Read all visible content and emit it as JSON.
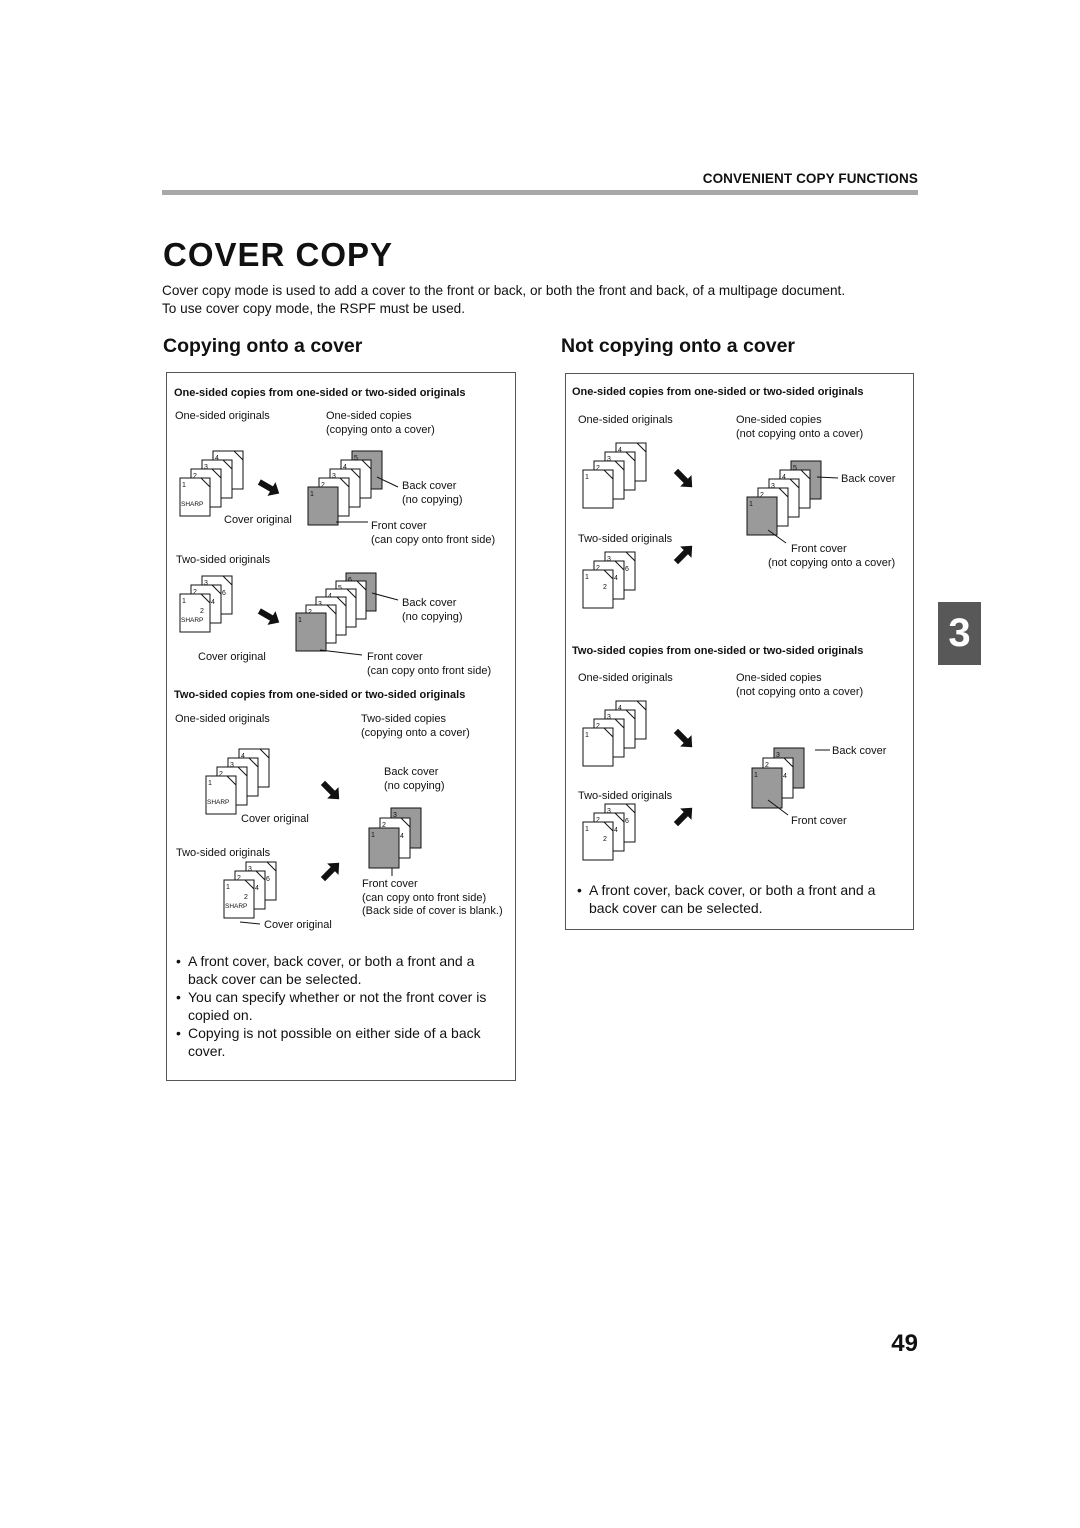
{
  "header": {
    "section": "CONVENIENT COPY FUNCTIONS"
  },
  "title": "COVER COPY",
  "intro": [
    "Cover copy mode is used to add a cover to the front or back, or both the front and back, of a multipage document.",
    "To use cover copy mode, the RSPF must be used."
  ],
  "left": {
    "heading": "Copying onto a cover",
    "sub1": "One-sided copies from one-sided or two-sided originals",
    "sub2": "Two-sided copies from one-sided or two-sided originals",
    "labels": {
      "one_sided_originals": "One-sided originals",
      "one_sided_copies": "One-sided copies",
      "copying_onto_cover": "(copying onto a cover)",
      "two_sided_originals": "Two-sided originals",
      "two_sided_copies": "Two-sided copies",
      "back_cover": "Back cover",
      "no_copying": "(no copying)",
      "front_cover": "Front cover",
      "can_copy_front": "(can copy onto front side)",
      "back_blank": "(Back side of cover is blank.)",
      "cover_original": "Cover original",
      "sharp": "SHARP"
    },
    "bullets": [
      "A front cover, back cover, or both a front and a back cover can be selected.",
      "You can specify whether or not the front cover is copied on.",
      "Copying is not possible on either side of a back cover."
    ]
  },
  "right": {
    "heading": "Not copying onto a cover",
    "sub1": "One-sided copies from one-sided or two-sided originals",
    "sub2": "Two-sided copies from one-sided or two-sided originals",
    "labels": {
      "one_sided_originals": "One-sided originals",
      "one_sided_copies": "One-sided copies",
      "not_copying_onto_cover": "(not copying onto a cover)",
      "two_sided_originals": "Two-sided originals",
      "back_cover": "Back cover",
      "front_cover": "Front cover"
    },
    "bullets": [
      "A front cover, back cover, or both a front and a back cover can be selected."
    ]
  },
  "chapter_tab": "3",
  "page_number": "49"
}
